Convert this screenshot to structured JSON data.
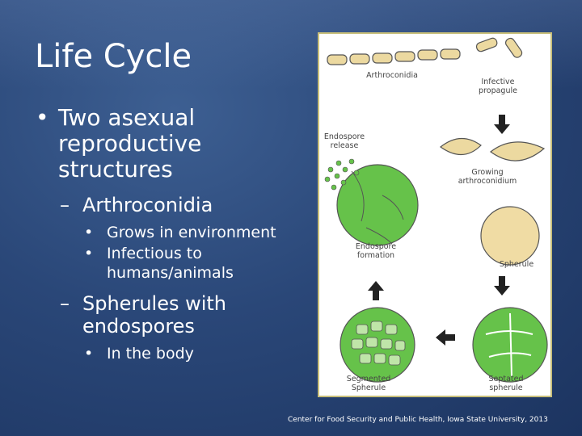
{
  "slide": {
    "title": "Life Cycle",
    "bullets": {
      "main": "Two asexual reproductive structures",
      "arthroconidia": {
        "label": "Arthroconidia",
        "items": [
          "Grows in environment",
          "Infectious to humans/animals"
        ]
      },
      "spherules": {
        "label": "Spherules with endospores",
        "items": [
          "In the body"
        ]
      }
    },
    "credit": "Center for Food Security and Public Health, Iowa State University, 2013"
  },
  "figure": {
    "labels": {
      "arthroconidia": "Arthroconidia",
      "infective_propagule": "Infective propagule",
      "endospore_release": "Endospore release",
      "growing_arthroconidium": "Growing arthroconidium",
      "endospore_formation": "Endospore formation",
      "spherule": "Spherule",
      "segmented_spherule": "Segmented Spherule",
      "septated_spherule": "Septated spherule"
    },
    "colors": {
      "green": "#66c24a",
      "spore": "#ecd9a0",
      "outline": "#555555",
      "frame": "#c8bf7a"
    }
  }
}
